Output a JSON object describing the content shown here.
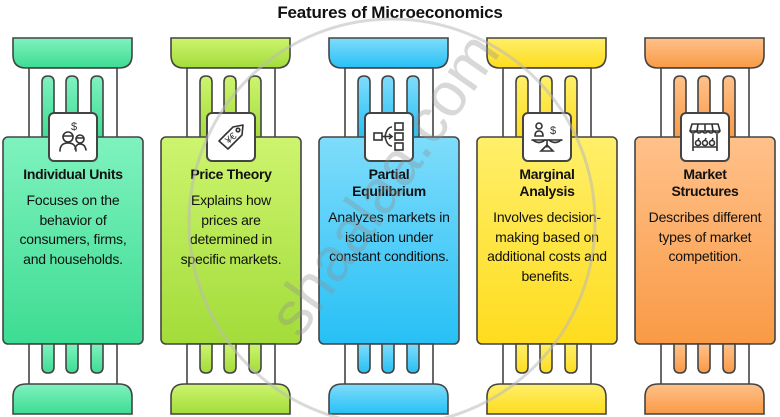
{
  "title": "Features of Microeconomics",
  "watermark": "shaalaa.com",
  "pillars": [
    {
      "title": "Individual Units",
      "description": "Focuses on the behavior of consumers, firms, and households.",
      "icon": "people-money-icon",
      "color_top": "#7ff2be",
      "color_bottom": "#3ddc93"
    },
    {
      "title": "Price Theory",
      "description": "Explains how prices are determined in specific markets.",
      "icon": "price-tag-icon",
      "color_top": "#cdf46e",
      "color_bottom": "#a3dc3a"
    },
    {
      "title": "Partial Equilibrium",
      "description": "Analyzes markets in isolation under constant conditions.",
      "icon": "flow-diagram-icon",
      "color_top": "#7fdcfb",
      "color_bottom": "#27c0f5"
    },
    {
      "title": "Marginal Analysis",
      "description": "Involves decision-making based on additional costs and benefits.",
      "icon": "balance-scale-icon",
      "color_top": "#ffef6a",
      "color_bottom": "#fedc1e"
    },
    {
      "title": "Market Structures",
      "description": "Describes different types of market competition.",
      "icon": "market-stall-icon",
      "color_top": "#ffc18a",
      "color_bottom": "#f99a45"
    }
  ]
}
